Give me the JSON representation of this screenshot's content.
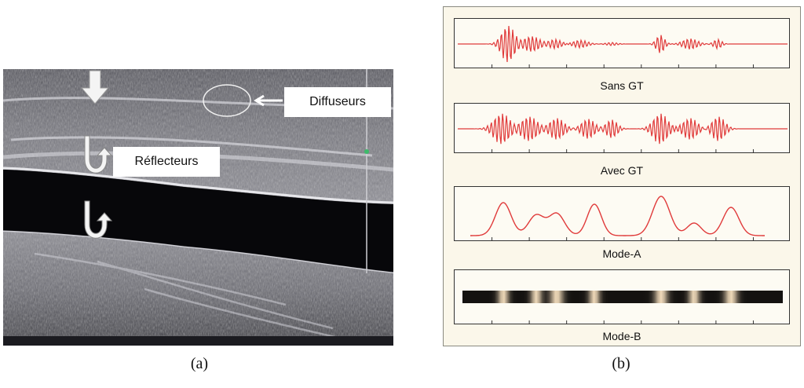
{
  "panel_a": {
    "callouts": {
      "diffuseurs": "Diffuseurs",
      "reflecteurs": "Réflecteurs"
    },
    "caption": "(a)"
  },
  "panel_b": {
    "plots": [
      {
        "label": "Sans GT"
      },
      {
        "label": "Avec GT"
      },
      {
        "label": "Mode-A"
      },
      {
        "label": "Mode-B"
      }
    ],
    "caption": "(b)",
    "signal_color": "#e03a3a"
  }
}
